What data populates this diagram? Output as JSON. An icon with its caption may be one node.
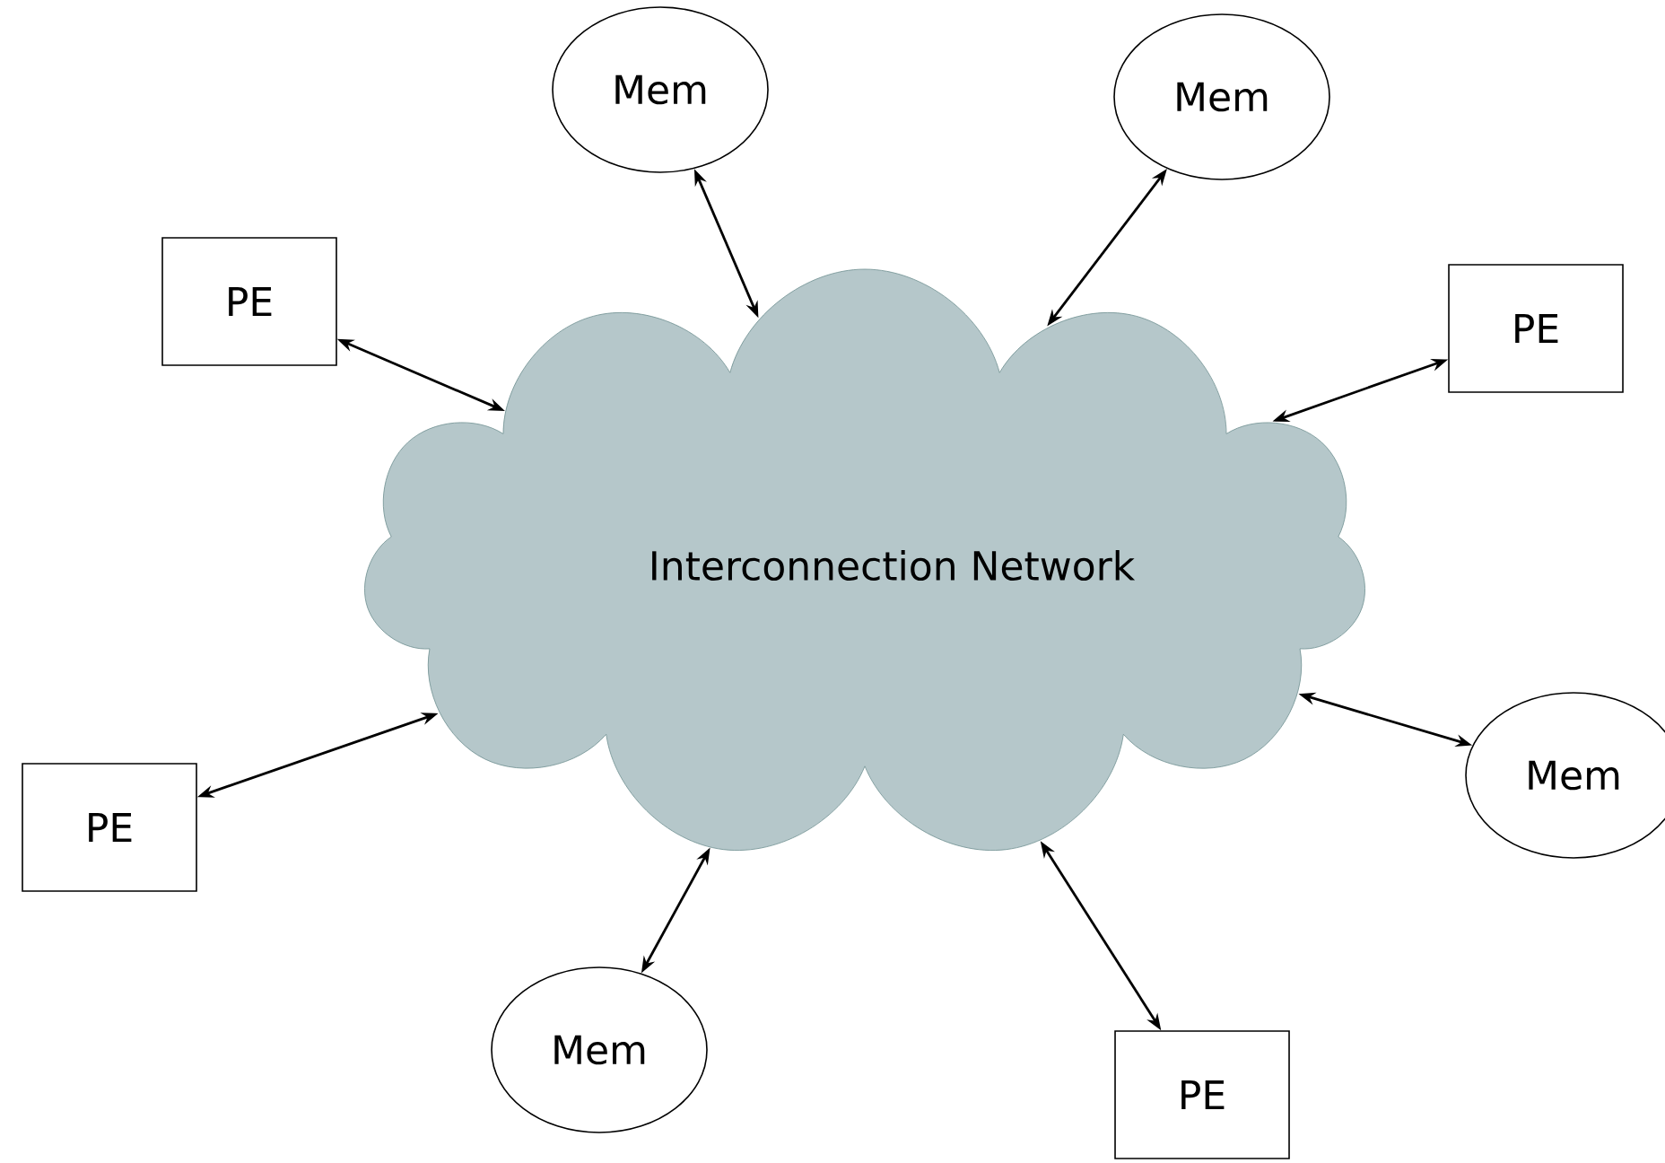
{
  "diagram": {
    "nodes": [
      {
        "text": [
          "Interconnection Network"
        ]
      },
      {
        "text": [
          "Mem"
        ]
      },
      {
        "text": [
          "Mem"
        ]
      },
      {
        "text": [
          "PE"
        ]
      },
      {
        "text": [
          "PE"
        ]
      },
      {
        "text": [
          "Mem"
        ]
      },
      {
        "text": [
          "PE"
        ]
      },
      {
        "text": [
          "Mem"
        ]
      },
      {
        "text": [
          "PE"
        ]
      }
    ],
    "edges": [
      {
        "from": 1,
        "to": 0,
        "arrow": "both"
      },
      {
        "from": 2,
        "to": 0,
        "arrow": "both"
      },
      {
        "from": 3,
        "to": 0,
        "arrow": "both"
      },
      {
        "from": 4,
        "to": 0,
        "arrow": "both"
      },
      {
        "from": 5,
        "to": 0,
        "arrow": "both"
      },
      {
        "from": 6,
        "to": 0,
        "arrow": "both"
      },
      {
        "from": 7,
        "to": 0,
        "arrow": "both"
      },
      {
        "from": 8,
        "to": 0,
        "arrow": "both"
      }
    ]
  }
}
